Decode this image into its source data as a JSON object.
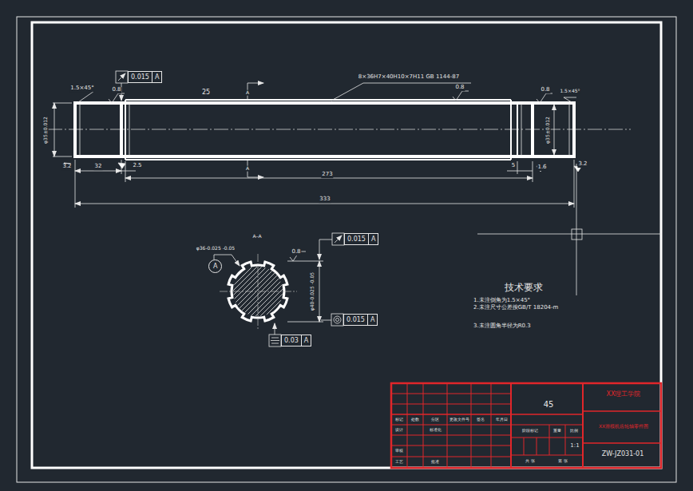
{
  "diagram": {
    "nodes": [
      {
        "text": [
          "0.015",
          "A"
        ]
      },
      {
        "text": [
          "0.015",
          "A"
        ]
      },
      {
        "text": [
          "0.015",
          "A"
        ]
      },
      {
        "text": [
          "0.03",
          "A"
        ]
      },
      {
        "text": [
          "A"
        ]
      }
    ],
    "labels": [
      "1.5×45°",
      "0.8",
      "25",
      "8×36H7×40H10×7H11 GB 1144-87",
      "0.8",
      "0.8",
      "1.5×45°",
      "3.2",
      "32",
      "2.5",
      "273",
      "5",
      "1.6",
      "3.2",
      "333",
      "φ35±0.012",
      "φ35±0.012",
      "A",
      "A",
      "A–A",
      "φ36-0.025 -0.05",
      "0.8",
      "φ40-0.025 -0.05",
      "技术要求",
      "1.未注倒角为1.5×45°",
      "2.未注尺寸公差按GB/T 18204-m",
      "3.未注圆角半径为R0.3",
      "45",
      "XX理工学院",
      "XX滑模机齿轮轴零件图",
      "ZW-JZ031-01",
      "1:1",
      "标记",
      "处数",
      "分区",
      "更改文件号",
      "签名",
      "年月日",
      "设计",
      "标准化",
      "审核",
      "工艺",
      "批准",
      "阶段标记",
      "重量",
      "比例",
      "共 张",
      "第 张"
    ]
  }
}
